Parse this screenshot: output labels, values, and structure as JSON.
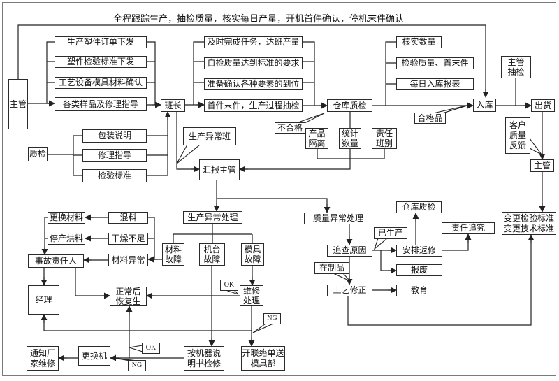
{
  "top_note": "全程跟踪生产，抽检质量，核实每日产量，开机首件确认，停机末件确认",
  "nodes": {
    "supervisor_left": {
      "label": "主管"
    },
    "order_issue": {
      "label": "生产塑件订单下发"
    },
    "standard_issue": {
      "label": "塑件检验标准下发"
    },
    "equipment_confirm": {
      "label": "工艺设备模具材料确认"
    },
    "sample_guide": {
      "label": "各类样品及修理指导"
    },
    "class_leader": {
      "label": "班长"
    },
    "finish_task": {
      "label": "及时完成任务，达班产量"
    },
    "self_check": {
      "label": "自检质量达到标准的要求"
    },
    "prepare_confirm": {
      "label": "准备确认各种要素的到位"
    },
    "first_last_check": {
      "label": "首件末件，生产过程抽检"
    },
    "warehouse_qc_top": {
      "label": "仓库质检"
    },
    "verify_qty": {
      "label": "核实数量"
    },
    "inspect_first_last": {
      "label": "检验质量、首末件"
    },
    "daily_report": {
      "label": "每日入库报表"
    },
    "warehouse_in": {
      "label": "入库"
    },
    "supervisor_spot_check": {
      "label": "主管\n抽检"
    },
    "shipment": {
      "label": "出货"
    },
    "qualified": {
      "label": "合格品"
    },
    "unqualified": {
      "label": "不合格"
    },
    "product_isolation": {
      "label": "产品\n隔离"
    },
    "stat_quantity": {
      "label": "统计\n数量"
    },
    "responsible_class": {
      "label": "责任\n班别"
    },
    "quality_inspection": {
      "label": "质检"
    },
    "packing_note": {
      "label": "包装说明"
    },
    "repair_guide": {
      "label": "修理指导"
    },
    "inspection_standard": {
      "label": "检验标准"
    },
    "production_abnormal_class": {
      "label": "生产异常班"
    },
    "report_supervisor": {
      "label": "汇报主管"
    },
    "customer_feedback": {
      "label": "客户\n质量\n反馈"
    },
    "supervisor_right": {
      "label": "主管"
    },
    "change_standards": {
      "label": "变更检验标准\n变更技术标准"
    },
    "production_abnormal_handle": {
      "label": "生产异常处理"
    },
    "quality_abnormal_handle": {
      "label": "质量异常处理"
    },
    "warehouse_qc_bottom": {
      "label": "仓库质检"
    },
    "accountability": {
      "label": "责任追究"
    },
    "produced": {
      "label": "已生产"
    },
    "trace_cause": {
      "label": "追查原因"
    },
    "arrange_rework": {
      "label": "安排返修"
    },
    "scrap": {
      "label": "报废"
    },
    "wip": {
      "label": "在制品"
    },
    "process_correction": {
      "label": "工艺修正"
    },
    "education": {
      "label": "教育"
    },
    "change_material": {
      "label": "更换材料"
    },
    "mixed_material": {
      "label": "混料"
    },
    "stop_baking": {
      "label": "停产烘料"
    },
    "insufficient_drying": {
      "label": "干燥不足"
    },
    "accident_responsible": {
      "label": "事故责任人"
    },
    "material_abnormal": {
      "label": "材料异常"
    },
    "material_fault": {
      "label": "材料\n故障"
    },
    "machine_fault": {
      "label": "机台\n故障"
    },
    "mold_fault": {
      "label": "模具\n故障"
    },
    "manager": {
      "label": "经理"
    },
    "resume_normal": {
      "label": "正常后\n恢复生"
    },
    "ok_repair": {
      "label": "OK"
    },
    "repair_handle": {
      "label": "维修\n处理"
    },
    "ng_repair": {
      "label": "NG"
    },
    "notify_manufacturer": {
      "label": "通知厂\n家维修"
    },
    "change_machine": {
      "label": "更换机"
    },
    "ok_check": {
      "label": "OK"
    },
    "ng_check": {
      "label": "NG"
    },
    "machine_manual_check": {
      "label": "按机器说\n明书检修"
    },
    "mold_contact": {
      "label": "开联络单送\n模具部"
    }
  }
}
